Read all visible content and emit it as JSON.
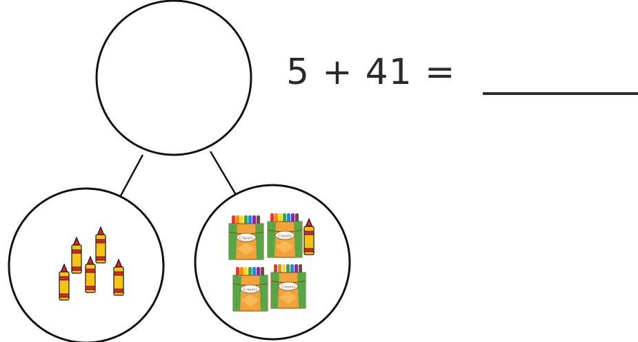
{
  "equation": {
    "addend_1": "5",
    "plus": "+",
    "addend_2": "41",
    "equals": "="
  },
  "parts": {
    "left": {
      "loose_crayons": 5,
      "icon": "crayon-icon"
    },
    "right": {
      "crayon_boxes": 4,
      "box_label": "Crayons",
      "loose_crayons": 1,
      "icon": "crayon-box-icon"
    }
  },
  "colors": {
    "outline": "#111111",
    "crayon_body": "#f4c316",
    "crayon_tip": "#d8262a",
    "box": "#f2a23a",
    "box_green": "#5aa646",
    "text": "#2a2a2a"
  }
}
